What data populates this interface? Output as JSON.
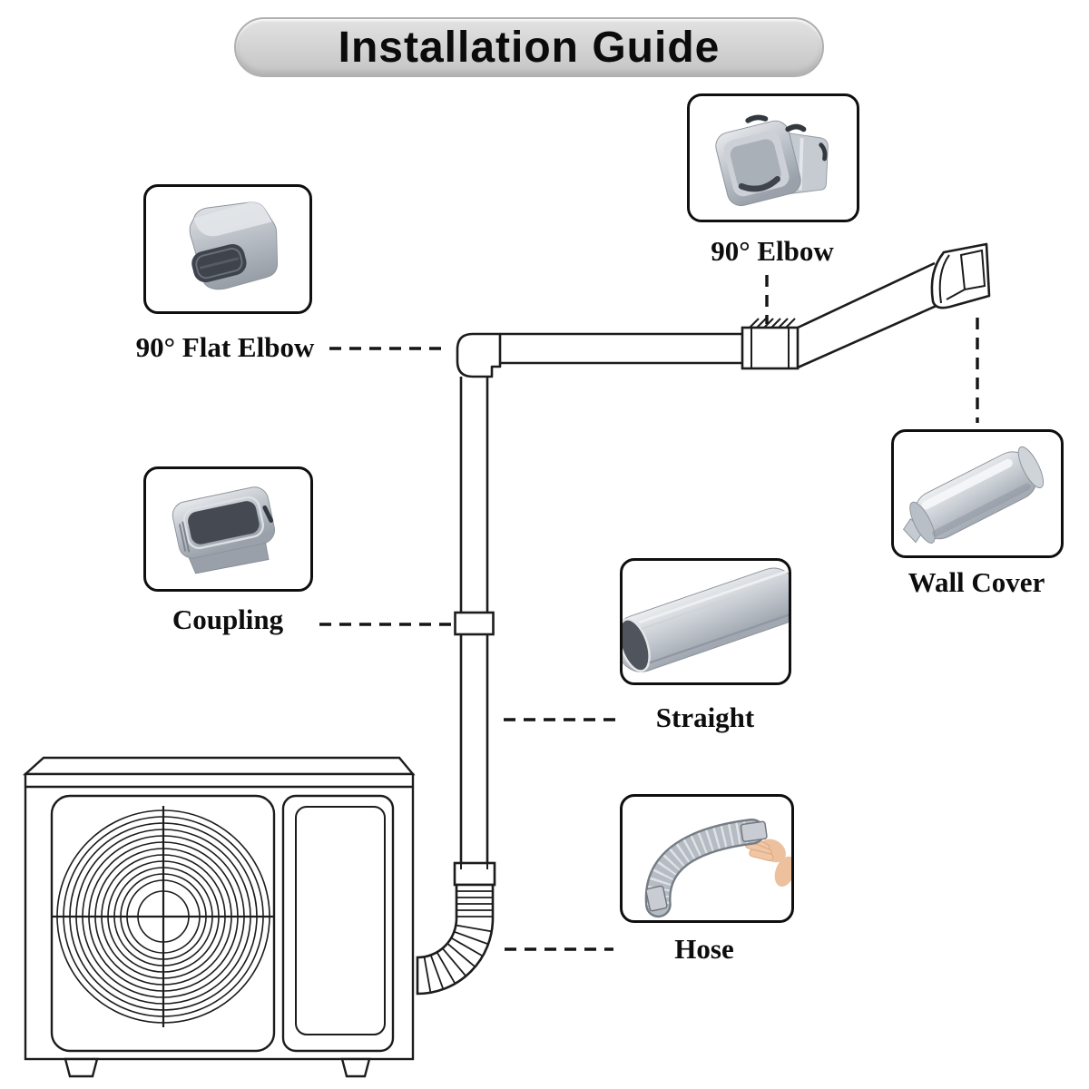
{
  "title": "Installation Guide",
  "parts": {
    "flat_elbow": {
      "label": "90° Flat Elbow"
    },
    "elbow": {
      "label": "90° Elbow"
    },
    "coupling": {
      "label": "Coupling"
    },
    "wall_cover": {
      "label": "Wall Cover"
    },
    "straight": {
      "label": "Straight"
    },
    "hose": {
      "label": "Hose"
    }
  },
  "colors": {
    "banner_fill": "#d2d2d2",
    "banner_border": "#b0b0b0",
    "line_art": "#1c1c1c",
    "plastic_gray": "#bfc4cb",
    "plastic_dark": "#454a52",
    "hand_skin": "#eec19e",
    "background": "#ffffff"
  }
}
